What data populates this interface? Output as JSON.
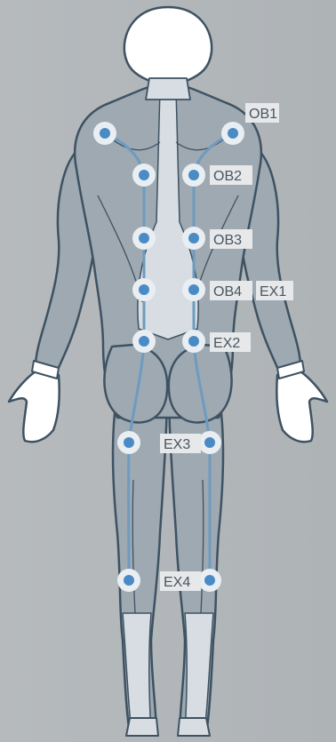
{
  "colors": {
    "background": "#b2b6b9",
    "body_fill": "#9ea9b2",
    "body_light": "#d7dde2",
    "outline": "#3e5262",
    "head_fill": "#ffffff",
    "channel_line": "#6f9bc0",
    "point_ring": "#e9eef2",
    "point_dot": "#4b8bc5",
    "label_bg": "#e6e8ea",
    "label_text": "#4a5560"
  },
  "figure": "posterior-body-muscle-figure",
  "points": [
    {
      "id": "ob1",
      "label": "OB1"
    },
    {
      "id": "ob2",
      "label": "OB2"
    },
    {
      "id": "ob3",
      "label": "OB3"
    },
    {
      "id": "ob4",
      "label": "OB4"
    },
    {
      "id": "ex1",
      "label": "EX1"
    },
    {
      "id": "ex2",
      "label": "EX2"
    },
    {
      "id": "ex3",
      "label": "EX3"
    },
    {
      "id": "ex4",
      "label": "EX4"
    }
  ]
}
